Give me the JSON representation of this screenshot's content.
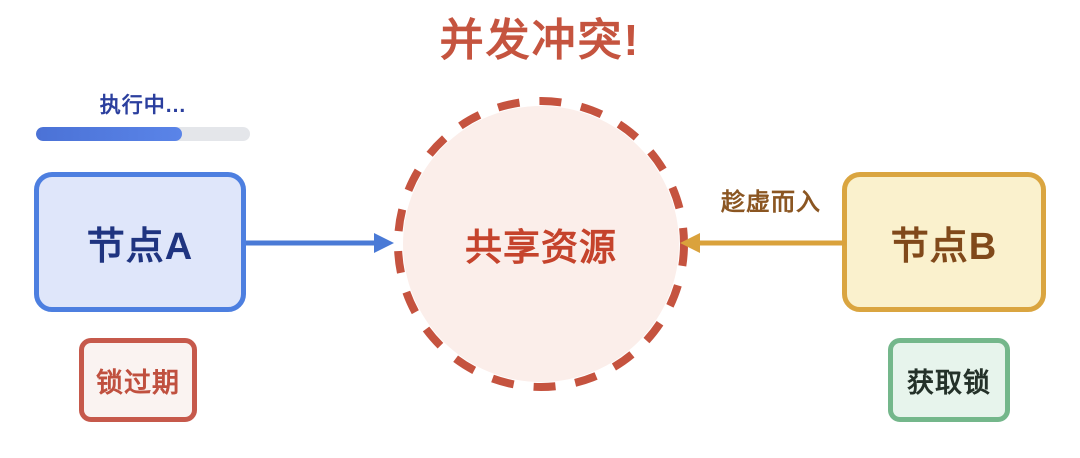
{
  "diagram": {
    "title": "并发冲突!",
    "title_color": "#c5543f",
    "background": "#ffffff"
  },
  "progress": {
    "label": "执行中...",
    "percent": 68,
    "fill_color": "#4b72d6",
    "track_color": "#e4e6ea",
    "label_color": "#2b3f9e"
  },
  "nodes": {
    "a": {
      "label": "节点A",
      "fill": "#dfe6fa",
      "border": "#4d7fe0",
      "text_color": "#1f3480"
    },
    "b": {
      "label": "节点B",
      "fill": "#faf1cd",
      "border": "#daa540",
      "text_color": "#80491a"
    }
  },
  "resource": {
    "label": "共享资源",
    "fill": "#fbeeea",
    "dash_color": "#c5533f",
    "text_color": "#c5432c"
  },
  "badges": {
    "lock_expired": {
      "label": "锁过期",
      "fill": "#faf3f1",
      "border": "#c6594b",
      "text_color": "#c0503f"
    },
    "acquire_lock": {
      "label": "获取锁",
      "fill": "#e7f4ec",
      "border": "#74b78b",
      "text_color": "#243129"
    }
  },
  "arrows": {
    "a_to_resource": {
      "label": "",
      "color": "#4a7ad6",
      "direction": "right"
    },
    "b_to_resource": {
      "label": "趁虚而入",
      "color": "#daa23c",
      "label_color": "#8b5622",
      "direction": "left"
    }
  }
}
